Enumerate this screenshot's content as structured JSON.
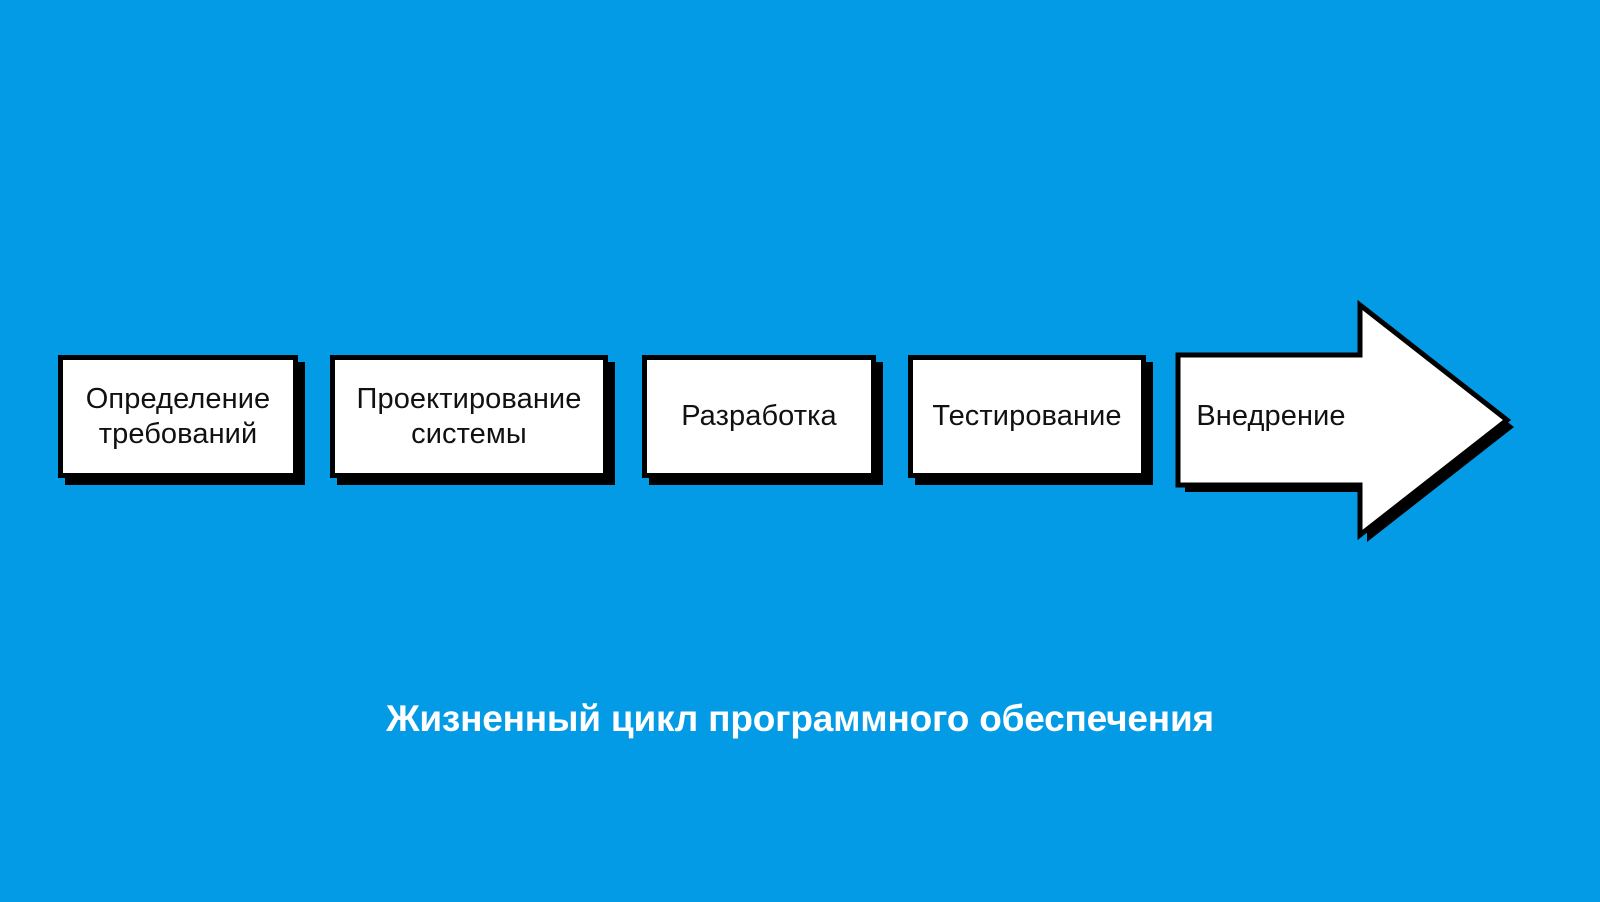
{
  "diagram": {
    "title": "Жизненный цикл программного обеспечения",
    "background_color": "#039be5",
    "box_fill_color": "#ffffff",
    "box_border_color": "#000000",
    "shadow_color": "#000000",
    "caption_color": "#ffffff",
    "stages": [
      {
        "id": "requirements",
        "label": "Определение\nтребований",
        "shape": "rectangle",
        "order": 1
      },
      {
        "id": "system-design",
        "label": "Проектирование\nсистемы",
        "shape": "rectangle",
        "order": 2
      },
      {
        "id": "development",
        "label": "Разработка",
        "shape": "rectangle",
        "order": 3
      },
      {
        "id": "testing",
        "label": "Тестирование",
        "shape": "rectangle",
        "order": 4
      },
      {
        "id": "deployment",
        "label": "Внедрение",
        "shape": "right-arrow",
        "order": 5
      }
    ]
  },
  "chart_data": {
    "type": "diagram",
    "subtype": "linear-process-flow",
    "title": "Жизненный цикл программного обеспечения",
    "direction": "left-to-right",
    "node_count": 5,
    "nodes": [
      "Определение требований",
      "Проектирование системы",
      "Разработка",
      "Тестирование",
      "Внедрение"
    ]
  }
}
